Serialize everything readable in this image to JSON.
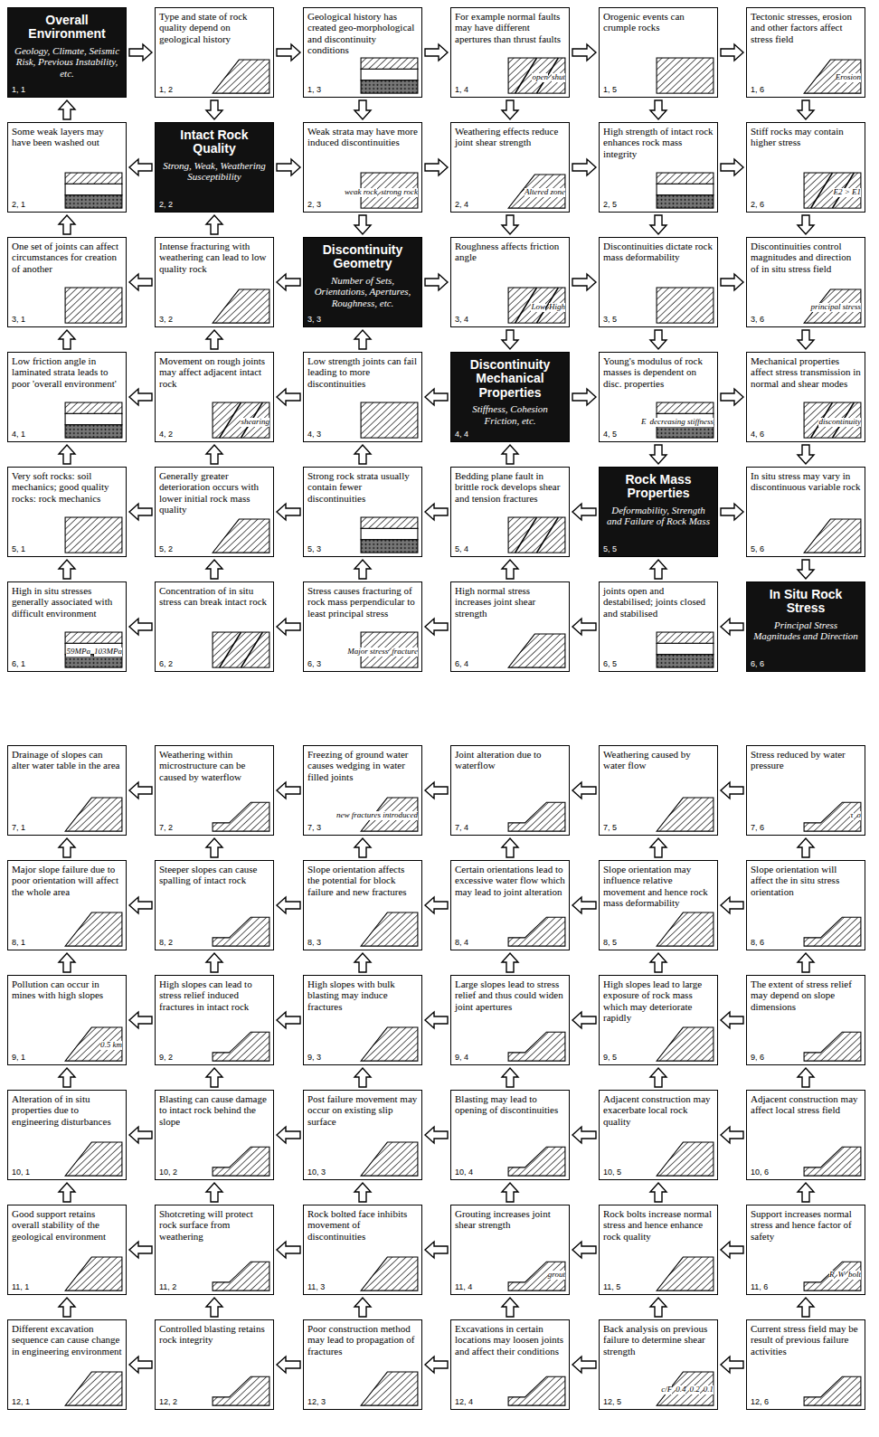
{
  "diagram": {
    "nodes": [
      {
        "text": [
          "Overall Environment",
          "Geology, Climate, Seismic Risk, Previous Instability, etc.",
          "1, 1"
        ]
      },
      {
        "text": [
          "Type and state of rock quality depend on geological history",
          "1, 2"
        ]
      },
      {
        "text": [
          "Geological history has created geo-morphological and discontinuity conditions",
          "1, 3"
        ]
      },
      {
        "text": [
          "For example normal faults may have different apertures than thrust faults",
          "open",
          "shut",
          "1, 4"
        ]
      },
      {
        "text": [
          "Orogenic events can crumple rocks",
          "1, 5"
        ]
      },
      {
        "text": [
          "Tectonic stresses, erosion and other factors affect stress field",
          "Erosion",
          "1, 6"
        ]
      },
      {
        "text": [
          "Some weak layers may have been washed out",
          "2, 1"
        ]
      },
      {
        "text": [
          "Intact Rock Quality",
          "Strong, Weak, Weathering Susceptibility",
          "2, 2"
        ]
      },
      {
        "text": [
          "Weak strata may have more induced discontinuities",
          "weak rock",
          "strong rock",
          "2, 3"
        ]
      },
      {
        "text": [
          "Weathering effects reduce joint shear strength",
          "Altered zone",
          "2, 4"
        ]
      },
      {
        "text": [
          "High strength of intact rock enhances rock mass integrity",
          "2, 5"
        ]
      },
      {
        "text": [
          "Stiff rocks may contain higher stress",
          "E2 > E1",
          "2, 6"
        ]
      },
      {
        "text": [
          "One set of joints can affect circumstances for creation of another",
          "3, 1"
        ]
      },
      {
        "text": [
          "Intense fracturing with weathering can lead to low quality rock",
          "3, 2"
        ]
      },
      {
        "text": [
          "Discontinuity Geometry",
          "Number of Sets, Orientations, Apertures, Roughness, etc.",
          "3, 3"
        ]
      },
      {
        "text": [
          "Roughness affects friction angle",
          "Low",
          "High",
          "3, 4"
        ]
      },
      {
        "text": [
          "Discontinuities dictate rock mass deformability",
          "3, 5"
        ]
      },
      {
        "text": [
          "Discontinuities control magnitudes and direction of in situ stress field",
          "principal stress",
          "3, 6"
        ]
      },
      {
        "text": [
          "Low friction angle in laminated strata leads to poor 'overall environment'",
          "4, 1"
        ]
      },
      {
        "text": [
          "Movement on rough joints may affect adjacent intact rock",
          "shearing",
          "4, 2"
        ]
      },
      {
        "text": [
          "Low strength joints can fail leading to more discontinuities",
          "4, 3"
        ]
      },
      {
        "text": [
          "Discontinuity Mechanical Properties",
          "Stiffness, Cohesion Friction, etc.",
          "4, 4"
        ]
      },
      {
        "text": [
          "Young's modulus of rock masses is dependent on disc. properties",
          "E",
          "decreasing stiffness",
          "4, 5"
        ]
      },
      {
        "text": [
          "Mechanical properties affect stress transmission in normal and shear modes",
          "discontinuity",
          "4, 6"
        ]
      },
      {
        "text": [
          "Very soft rocks: soil mechanics; good quality rocks: rock mechanics",
          "5, 1"
        ]
      },
      {
        "text": [
          "Generally greater deterioration occurs with lower initial rock mass quality",
          "5, 2"
        ]
      },
      {
        "text": [
          "Strong rock strata usually contain fewer discontinuities",
          "5, 3"
        ]
      },
      {
        "text": [
          "Bedding plane fault in brittle rock develops shear and tension fractures",
          "5, 4"
        ]
      },
      {
        "text": [
          "Rock Mass Properties",
          "Deformability, Strength and Failure of Rock Mass",
          "5, 5"
        ]
      },
      {
        "text": [
          "In situ stress may vary in discontinuous variable rock",
          "5, 6"
        ]
      },
      {
        "text": [
          "High in situ stresses generally associated with difficult environment",
          "59MPa",
          "103MPa",
          "6, 1"
        ]
      },
      {
        "text": [
          "Concentration of in situ stress can break intact rock",
          "6, 2"
        ]
      },
      {
        "text": [
          "Stress causes fracturing of rock mass perpendicular to least principal stress",
          "Major stress",
          "fracture",
          "6, 3"
        ]
      },
      {
        "text": [
          "High normal stress increases joint shear strength",
          "6, 4"
        ]
      },
      {
        "text": [
          "joints open and destabilised; joints closed and stabilised",
          "6, 5"
        ]
      },
      {
        "text": [
          "In Situ Rock Stress",
          "Principal Stress Magnitudes and Direction",
          "6, 6"
        ]
      },
      {
        "text": [
          "Drainage of slopes can alter water table in the area",
          "7, 1"
        ]
      },
      {
        "text": [
          "Weathering within microstructure can be caused by waterflow",
          "7, 2"
        ]
      },
      {
        "text": [
          "Freezing of ground water causes wedging in water filled joints",
          "new fractures introduced",
          "7, 3"
        ]
      },
      {
        "text": [
          "Joint alteration due to waterflow",
          "7, 4"
        ]
      },
      {
        "text": [
          "Weathering caused by water flow",
          "7, 5"
        ]
      },
      {
        "text": [
          "Stress reduced by water pressure",
          "τ",
          "σ",
          "7, 6"
        ]
      },
      {
        "text": [
          "Major slope failure due to poor orientation will affect the whole area",
          "8, 1"
        ]
      },
      {
        "text": [
          "Steeper slopes can cause spalling of intact rock",
          "8, 2"
        ]
      },
      {
        "text": [
          "Slope orientation affects the potential for block failure and new fractures",
          "8, 3"
        ]
      },
      {
        "text": [
          "Certain orientations lead to excessive water flow which may lead to joint alteration",
          "8, 4"
        ]
      },
      {
        "text": [
          "Slope orientation may influence relative movement and hence rock mass deformability",
          "8, 5"
        ]
      },
      {
        "text": [
          "Slope orientation will affect the in situ stress orientation",
          "8, 6"
        ]
      },
      {
        "text": [
          "Pollution can occur in mines with high slopes",
          "0.5 km",
          "9, 1"
        ]
      },
      {
        "text": [
          "High slopes can lead to stress relief induced fractures in intact rock",
          "9, 2"
        ]
      },
      {
        "text": [
          "High slopes with bulk blasting may induce fractures",
          "9, 3"
        ]
      },
      {
        "text": [
          "Large slopes lead to stress relief and thus could widen joint apertures",
          "9, 4"
        ]
      },
      {
        "text": [
          "High slopes lead to large exposure of rock mass which may deteriorate rapidly",
          "9, 5"
        ]
      },
      {
        "text": [
          "The extent of stress relief may depend on slope dimensions",
          "9, 6"
        ]
      },
      {
        "text": [
          "Alteration of in situ properties due to engineering disturbances",
          "10, 1"
        ]
      },
      {
        "text": [
          "Blasting can cause damage to intact rock behind the slope",
          "10, 2"
        ]
      },
      {
        "text": [
          "Post failure movement may occur on existing slip surface",
          "10, 3"
        ]
      },
      {
        "text": [
          "Blasting may lead to opening of discontinuities",
          "10, 4"
        ]
      },
      {
        "text": [
          "Adjacent construction may exacerbate local rock quality",
          "10, 5"
        ]
      },
      {
        "text": [
          "Adjacent construction may affect local stress field",
          "10, 6"
        ]
      },
      {
        "text": [
          "Good support retains overall stability of the geological environment",
          "11, 1"
        ]
      },
      {
        "text": [
          "Shotcreting will protect rock surface from weathering",
          "11, 2"
        ]
      },
      {
        "text": [
          "Rock bolted face inhibits movement of discontinuities",
          "11, 3"
        ]
      },
      {
        "text": [
          "Grouting increases joint shear strength",
          "grout",
          "11, 4"
        ]
      },
      {
        "text": [
          "Rock bolts increase normal stress and hence enhance rock quality",
          "11, 5"
        ]
      },
      {
        "text": [
          "Support increases normal stress and hence factor of safety",
          "R",
          "W",
          "bolt",
          "11, 6"
        ]
      },
      {
        "text": [
          "Different excavation sequence can cause change in engineering environment",
          "12, 1"
        ]
      },
      {
        "text": [
          "Controlled blasting retains rock integrity",
          "12, 2"
        ]
      },
      {
        "text": [
          "Poor construction method may lead to propagation of fractures",
          "12, 3"
        ]
      },
      {
        "text": [
          "Excavations in certain locations may loosen joints and affect their conditions",
          "12, 4"
        ]
      },
      {
        "text": [
          "Back analysis on previous failure to determine shear strength",
          "c/F",
          "0.4",
          "0.2",
          "0.1",
          "12, 5"
        ]
      },
      {
        "text": [
          "Current stress field may be result of previous failure activities",
          "12, 6"
        ]
      }
    ],
    "edges": [
      {
        "from": 0,
        "to": 1,
        "arrow": "to"
      },
      {
        "from": 1,
        "to": 2,
        "arrow": "to"
      },
      {
        "from": 2,
        "to": 3,
        "arrow": "to"
      },
      {
        "from": 3,
        "to": 4,
        "arrow": "to"
      },
      {
        "from": 4,
        "to": 5,
        "arrow": "to"
      },
      {
        "from": 6,
        "to": 0,
        "arrow": "to"
      },
      {
        "from": 1,
        "to": 7,
        "arrow": "to"
      },
      {
        "from": 2,
        "to": 8,
        "arrow": "to"
      },
      {
        "from": 3,
        "to": 9,
        "arrow": "to"
      },
      {
        "from": 4,
        "to": 10,
        "arrow": "to"
      },
      {
        "from": 5,
        "to": 11,
        "arrow": "to"
      },
      {
        "from": 7,
        "to": 6,
        "arrow": "to"
      },
      {
        "from": 7,
        "to": 8,
        "arrow": "to"
      },
      {
        "from": 8,
        "to": 9,
        "arrow": "to"
      },
      {
        "from": 9,
        "to": 10,
        "arrow": "to"
      },
      {
        "from": 10,
        "to": 11,
        "arrow": "to"
      },
      {
        "from": 12,
        "to": 6,
        "arrow": "to"
      },
      {
        "from": 13,
        "to": 7,
        "arrow": "to"
      },
      {
        "from": 8,
        "to": 14,
        "arrow": "to"
      },
      {
        "from": 9,
        "to": 15,
        "arrow": "to"
      },
      {
        "from": 10,
        "to": 16,
        "arrow": "to"
      },
      {
        "from": 11,
        "to": 17,
        "arrow": "to"
      },
      {
        "from": 13,
        "to": 12,
        "arrow": "to"
      },
      {
        "from": 14,
        "to": 13,
        "arrow": "to"
      },
      {
        "from": 14,
        "to": 15,
        "arrow": "to"
      },
      {
        "from": 15,
        "to": 16,
        "arrow": "to"
      },
      {
        "from": 16,
        "to": 17,
        "arrow": "to"
      },
      {
        "from": 18,
        "to": 12,
        "arrow": "to"
      },
      {
        "from": 19,
        "to": 13,
        "arrow": "to"
      },
      {
        "from": 20,
        "to": 14,
        "arrow": "to"
      },
      {
        "from": 15,
        "to": 21,
        "arrow": "to"
      },
      {
        "from": 16,
        "to": 22,
        "arrow": "to"
      },
      {
        "from": 17,
        "to": 23,
        "arrow": "to"
      },
      {
        "from": 19,
        "to": 18,
        "arrow": "to"
      },
      {
        "from": 20,
        "to": 19,
        "arrow": "to"
      },
      {
        "from": 21,
        "to": 20,
        "arrow": "to"
      },
      {
        "from": 21,
        "to": 22,
        "arrow": "to"
      },
      {
        "from": 22,
        "to": 23,
        "arrow": "to"
      },
      {
        "from": 24,
        "to": 18,
        "arrow": "to"
      },
      {
        "from": 25,
        "to": 19,
        "arrow": "to"
      },
      {
        "from": 26,
        "to": 20,
        "arrow": "to"
      },
      {
        "from": 27,
        "to": 21,
        "arrow": "to"
      },
      {
        "from": 22,
        "to": 28,
        "arrow": "to"
      },
      {
        "from": 23,
        "to": 29,
        "arrow": "to"
      },
      {
        "from": 25,
        "to": 24,
        "arrow": "to"
      },
      {
        "from": 26,
        "to": 25,
        "arrow": "to"
      },
      {
        "from": 27,
        "to": 26,
        "arrow": "to"
      },
      {
        "from": 28,
        "to": 27,
        "arrow": "to"
      },
      {
        "from": 28,
        "to": 29,
        "arrow": "to"
      },
      {
        "from": 30,
        "to": 24,
        "arrow": "to"
      },
      {
        "from": 31,
        "to": 25,
        "arrow": "to"
      },
      {
        "from": 32,
        "to": 26,
        "arrow": "to"
      },
      {
        "from": 33,
        "to": 27,
        "arrow": "to"
      },
      {
        "from": 34,
        "to": 28,
        "arrow": "to"
      },
      {
        "from": 29,
        "to": 35,
        "arrow": "to"
      },
      {
        "from": 31,
        "to": 30,
        "arrow": "to"
      },
      {
        "from": 32,
        "to": 31,
        "arrow": "to"
      },
      {
        "from": 33,
        "to": 32,
        "arrow": "to"
      },
      {
        "from": 34,
        "to": 33,
        "arrow": "to"
      },
      {
        "from": 35,
        "to": 34,
        "arrow": "to"
      },
      {
        "from": 37,
        "to": 36,
        "arrow": "to"
      },
      {
        "from": 38,
        "to": 37,
        "arrow": "to"
      },
      {
        "from": 39,
        "to": 38,
        "arrow": "to"
      },
      {
        "from": 40,
        "to": 39,
        "arrow": "to"
      },
      {
        "from": 41,
        "to": 40,
        "arrow": "to"
      },
      {
        "from": 42,
        "to": 36,
        "arrow": "to"
      },
      {
        "from": 43,
        "to": 37,
        "arrow": "to"
      },
      {
        "from": 44,
        "to": 38,
        "arrow": "to"
      },
      {
        "from": 45,
        "to": 39,
        "arrow": "to"
      },
      {
        "from": 46,
        "to": 40,
        "arrow": "to"
      },
      {
        "from": 47,
        "to": 41,
        "arrow": "to"
      },
      {
        "from": 43,
        "to": 42,
        "arrow": "to"
      },
      {
        "from": 44,
        "to": 43,
        "arrow": "to"
      },
      {
        "from": 45,
        "to": 44,
        "arrow": "to"
      },
      {
        "from": 46,
        "to": 45,
        "arrow": "to"
      },
      {
        "from": 47,
        "to": 46,
        "arrow": "to"
      },
      {
        "from": 48,
        "to": 42,
        "arrow": "to"
      },
      {
        "from": 49,
        "to": 43,
        "arrow": "to"
      },
      {
        "from": 50,
        "to": 44,
        "arrow": "to"
      },
      {
        "from": 51,
        "to": 45,
        "arrow": "to"
      },
      {
        "from": 52,
        "to": 46,
        "arrow": "to"
      },
      {
        "from": 53,
        "to": 47,
        "arrow": "to"
      },
      {
        "from": 49,
        "to": 48,
        "arrow": "to"
      },
      {
        "from": 50,
        "to": 49,
        "arrow": "to"
      },
      {
        "from": 51,
        "to": 50,
        "arrow": "to"
      },
      {
        "from": 52,
        "to": 51,
        "arrow": "to"
      },
      {
        "from": 53,
        "to": 52,
        "arrow": "to"
      },
      {
        "from": 54,
        "to": 48,
        "arrow": "to"
      },
      {
        "from": 55,
        "to": 49,
        "arrow": "to"
      },
      {
        "from": 56,
        "to": 50,
        "arrow": "to"
      },
      {
        "from": 57,
        "to": 51,
        "arrow": "to"
      },
      {
        "from": 58,
        "to": 52,
        "arrow": "to"
      },
      {
        "from": 59,
        "to": 53,
        "arrow": "to"
      },
      {
        "from": 55,
        "to": 54,
        "arrow": "to"
      },
      {
        "from": 56,
        "to": 55,
        "arrow": "to"
      },
      {
        "from": 57,
        "to": 56,
        "arrow": "to"
      },
      {
        "from": 58,
        "to": 57,
        "arrow": "to"
      },
      {
        "from": 59,
        "to": 58,
        "arrow": "to"
      },
      {
        "from": 60,
        "to": 54,
        "arrow": "to"
      },
      {
        "from": 61,
        "to": 55,
        "arrow": "to"
      },
      {
        "from": 62,
        "to": 56,
        "arrow": "to"
      },
      {
        "from": 63,
        "to": 57,
        "arrow": "to"
      },
      {
        "from": 64,
        "to": 58,
        "arrow": "to"
      },
      {
        "from": 65,
        "to": 59,
        "arrow": "to"
      },
      {
        "from": 61,
        "to": 60,
        "arrow": "to"
      },
      {
        "from": 62,
        "to": 61,
        "arrow": "to"
      },
      {
        "from": 63,
        "to": 62,
        "arrow": "to"
      },
      {
        "from": 64,
        "to": 63,
        "arrow": "to"
      },
      {
        "from": 65,
        "to": 64,
        "arrow": "to"
      },
      {
        "from": 66,
        "to": 60,
        "arrow": "to"
      },
      {
        "from": 67,
        "to": 61,
        "arrow": "to"
      },
      {
        "from": 68,
        "to": 62,
        "arrow": "to"
      },
      {
        "from": 69,
        "to": 63,
        "arrow": "to"
      },
      {
        "from": 70,
        "to": 64,
        "arrow": "to"
      },
      {
        "from": 71,
        "to": 65,
        "arrow": "to"
      },
      {
        "from": 67,
        "to": 66,
        "arrow": "to"
      },
      {
        "from": 68,
        "to": 67,
        "arrow": "to"
      },
      {
        "from": 69,
        "to": 68,
        "arrow": "to"
      },
      {
        "from": 70,
        "to": 69,
        "arrow": "to"
      },
      {
        "from": 71,
        "to": 70,
        "arrow": "to"
      }
    ]
  }
}
